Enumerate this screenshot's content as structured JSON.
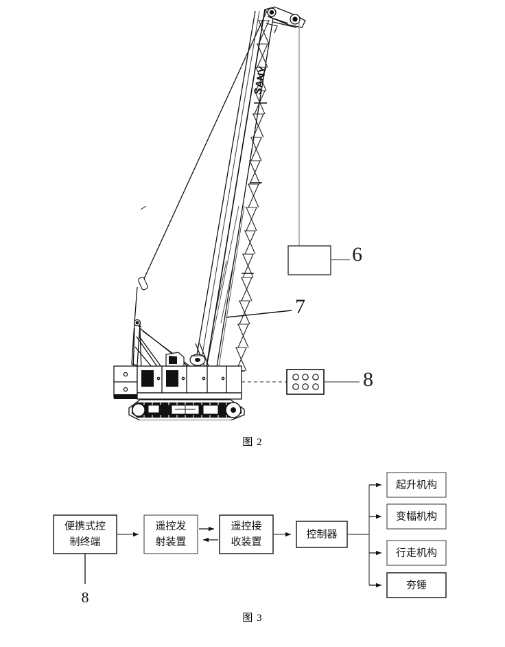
{
  "document": {
    "type": "patent-drawing-sheet",
    "figures": [
      {
        "id": "fig2",
        "caption": "图 2",
        "subject": "履带式起重机 (crawler crane) side elevation",
        "callouts": [
          {
            "ref": "6",
            "meaning": "夯锤 (tamping hammer)"
          },
          {
            "ref": "7",
            "meaning": "起重臂 (lattice boom)"
          },
          {
            "ref": "8",
            "meaning": "便携式控制终端 (portable control terminal)"
          }
        ],
        "boom_marking": "SANY"
      },
      {
        "id": "fig3",
        "caption": "图 3",
        "subject": "遥控系统框图 (remote control system block diagram)"
      }
    ]
  },
  "fig2": {
    "caption": "图 2",
    "labels": {
      "hammer": "6",
      "boom": "7",
      "terminal": "8"
    },
    "boom_text": "SANY"
  },
  "fig3": {
    "caption": "图 3",
    "reference_numeral": "8",
    "chain": [
      {
        "id": "portable-terminal",
        "line1": "便携式控",
        "line2": "制终端"
      },
      {
        "id": "rc-transmitter",
        "line1": "遥控发",
        "line2": "射装置"
      },
      {
        "id": "rc-receiver",
        "line1": "遥控接",
        "line2": "收装置"
      },
      {
        "id": "controller",
        "line1": "控制器",
        "line2": ""
      }
    ],
    "actuators": [
      {
        "id": "hoist-mechanism",
        "label": "起升机构"
      },
      {
        "id": "luffing-mechanism",
        "label": "变幅机构"
      },
      {
        "id": "travel-mechanism",
        "label": "行走机构"
      },
      {
        "id": "tamping-hammer",
        "label": "夯锤"
      }
    ]
  },
  "colors": {
    "ink": "#111111",
    "line": "#444444",
    "paper": "#ffffff"
  }
}
